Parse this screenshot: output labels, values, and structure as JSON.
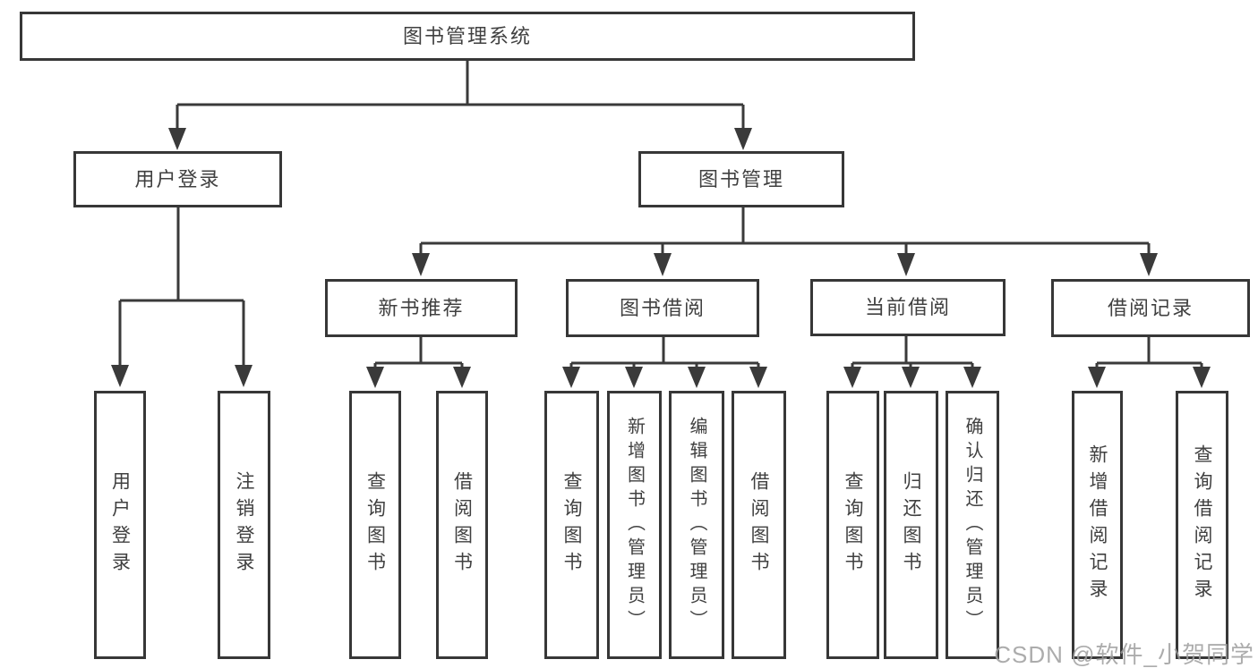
{
  "diagram_type": "hierarchy-tree",
  "root": {
    "label": "图书管理系统",
    "children": [
      {
        "label": "用户登录",
        "children": [
          {
            "label": "用户登录"
          },
          {
            "label": "注销登录"
          }
        ]
      },
      {
        "label": "图书管理",
        "children": [
          {
            "label": "新书推荐",
            "children": [
              {
                "label": "查询图书"
              },
              {
                "label": "借阅图书"
              }
            ]
          },
          {
            "label": "图书借阅",
            "children": [
              {
                "label": "查询图书"
              },
              {
                "label": "新增图书（管理员）"
              },
              {
                "label": "编辑图书（管理员）"
              },
              {
                "label": "借阅图书"
              }
            ]
          },
          {
            "label": "当前借阅",
            "children": [
              {
                "label": "查询图书"
              },
              {
                "label": "归还图书"
              },
              {
                "label": "确认归还（管理员）"
              }
            ]
          },
          {
            "label": "借阅记录",
            "children": [
              {
                "label": "新增借阅记录"
              },
              {
                "label": "查询借阅记录"
              }
            ]
          }
        ]
      }
    ]
  },
  "watermark": "CSDN @软件_小贺同学",
  "colors": {
    "line": "#3a3a3a",
    "box_border": "#373737",
    "text": "#404040",
    "watermark_text": "#9e9e9e",
    "background": "#ffffff"
  }
}
